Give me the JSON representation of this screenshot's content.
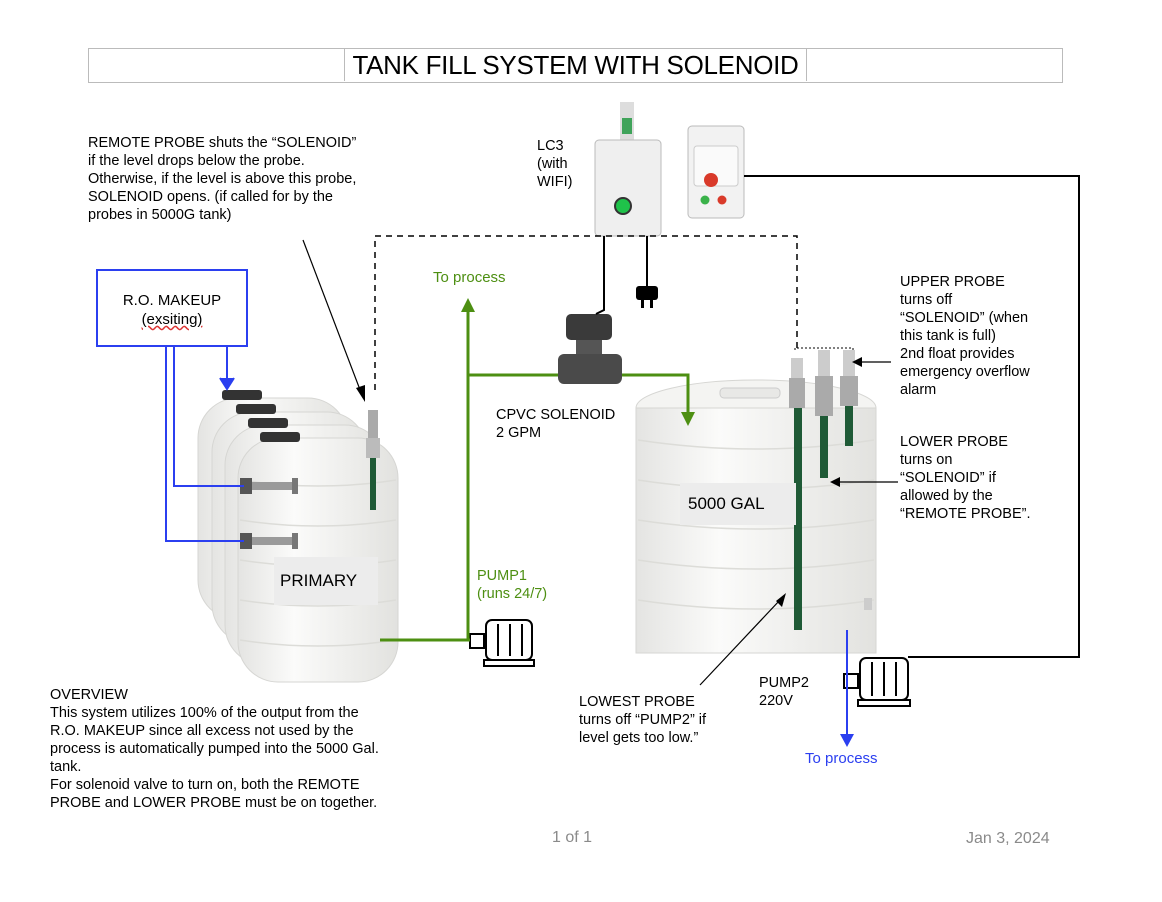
{
  "title": "TANK FILL SYSTEM WITH SOLENOID",
  "labels": {
    "remote_probe": "REMOTE PROBE shuts the “SOLENOID”\nif the level drops below the probe.\nOtherwise, if the level is above this probe,\nSOLENOID opens. (if called for by the\nprobes in 5000G tank)",
    "lc3": "LC3\n(with\nWIFI)",
    "to_process_top": "To process",
    "ro_makeup_line1": "R.O. MAKEUP",
    "ro_makeup_line2": "(exsiting)",
    "upper_probe": "UPPER PROBE\nturns off\n“SOLENOID” (when\nthis tank is full)\n2nd float provides\nemergency overflow\nalarm",
    "cpvc_solenoid": "CPVC SOLENOID\n2 GPM",
    "lower_probe": "LOWER PROBE\nturns on\n“SOLENOID” if\nallowed by the\n“REMOTE PROBE”.",
    "tank_5000": "5000 GAL",
    "primary": "PRIMARY",
    "pump1": "PUMP1\n(runs 24/7)",
    "pump2": "PUMP2\n220V",
    "lowest_probe": "LOWEST PROBE\nturns off “PUMP2” if\nlevel gets too low.”",
    "to_process_bottom": "To process",
    "overview": "OVERVIEW\nThis system  utilizes 100% of the output from the\nR.O. MAKEUP since all excess not used by the\nprocess is automatically pumped into the 5000 Gal.\ntank.\nFor solenoid valve to turn on, both the REMOTE\nPROBE and LOWER PROBE must be on together."
  },
  "footer": {
    "page": "1 of 1",
    "date": "Jan 3, 2024"
  },
  "colors": {
    "green_line": "#4d8f12",
    "blue_line": "#2b3ff0",
    "black_line": "#000000",
    "tank_fill": "#f2f2f0",
    "probe_green": "#1f5a36"
  }
}
